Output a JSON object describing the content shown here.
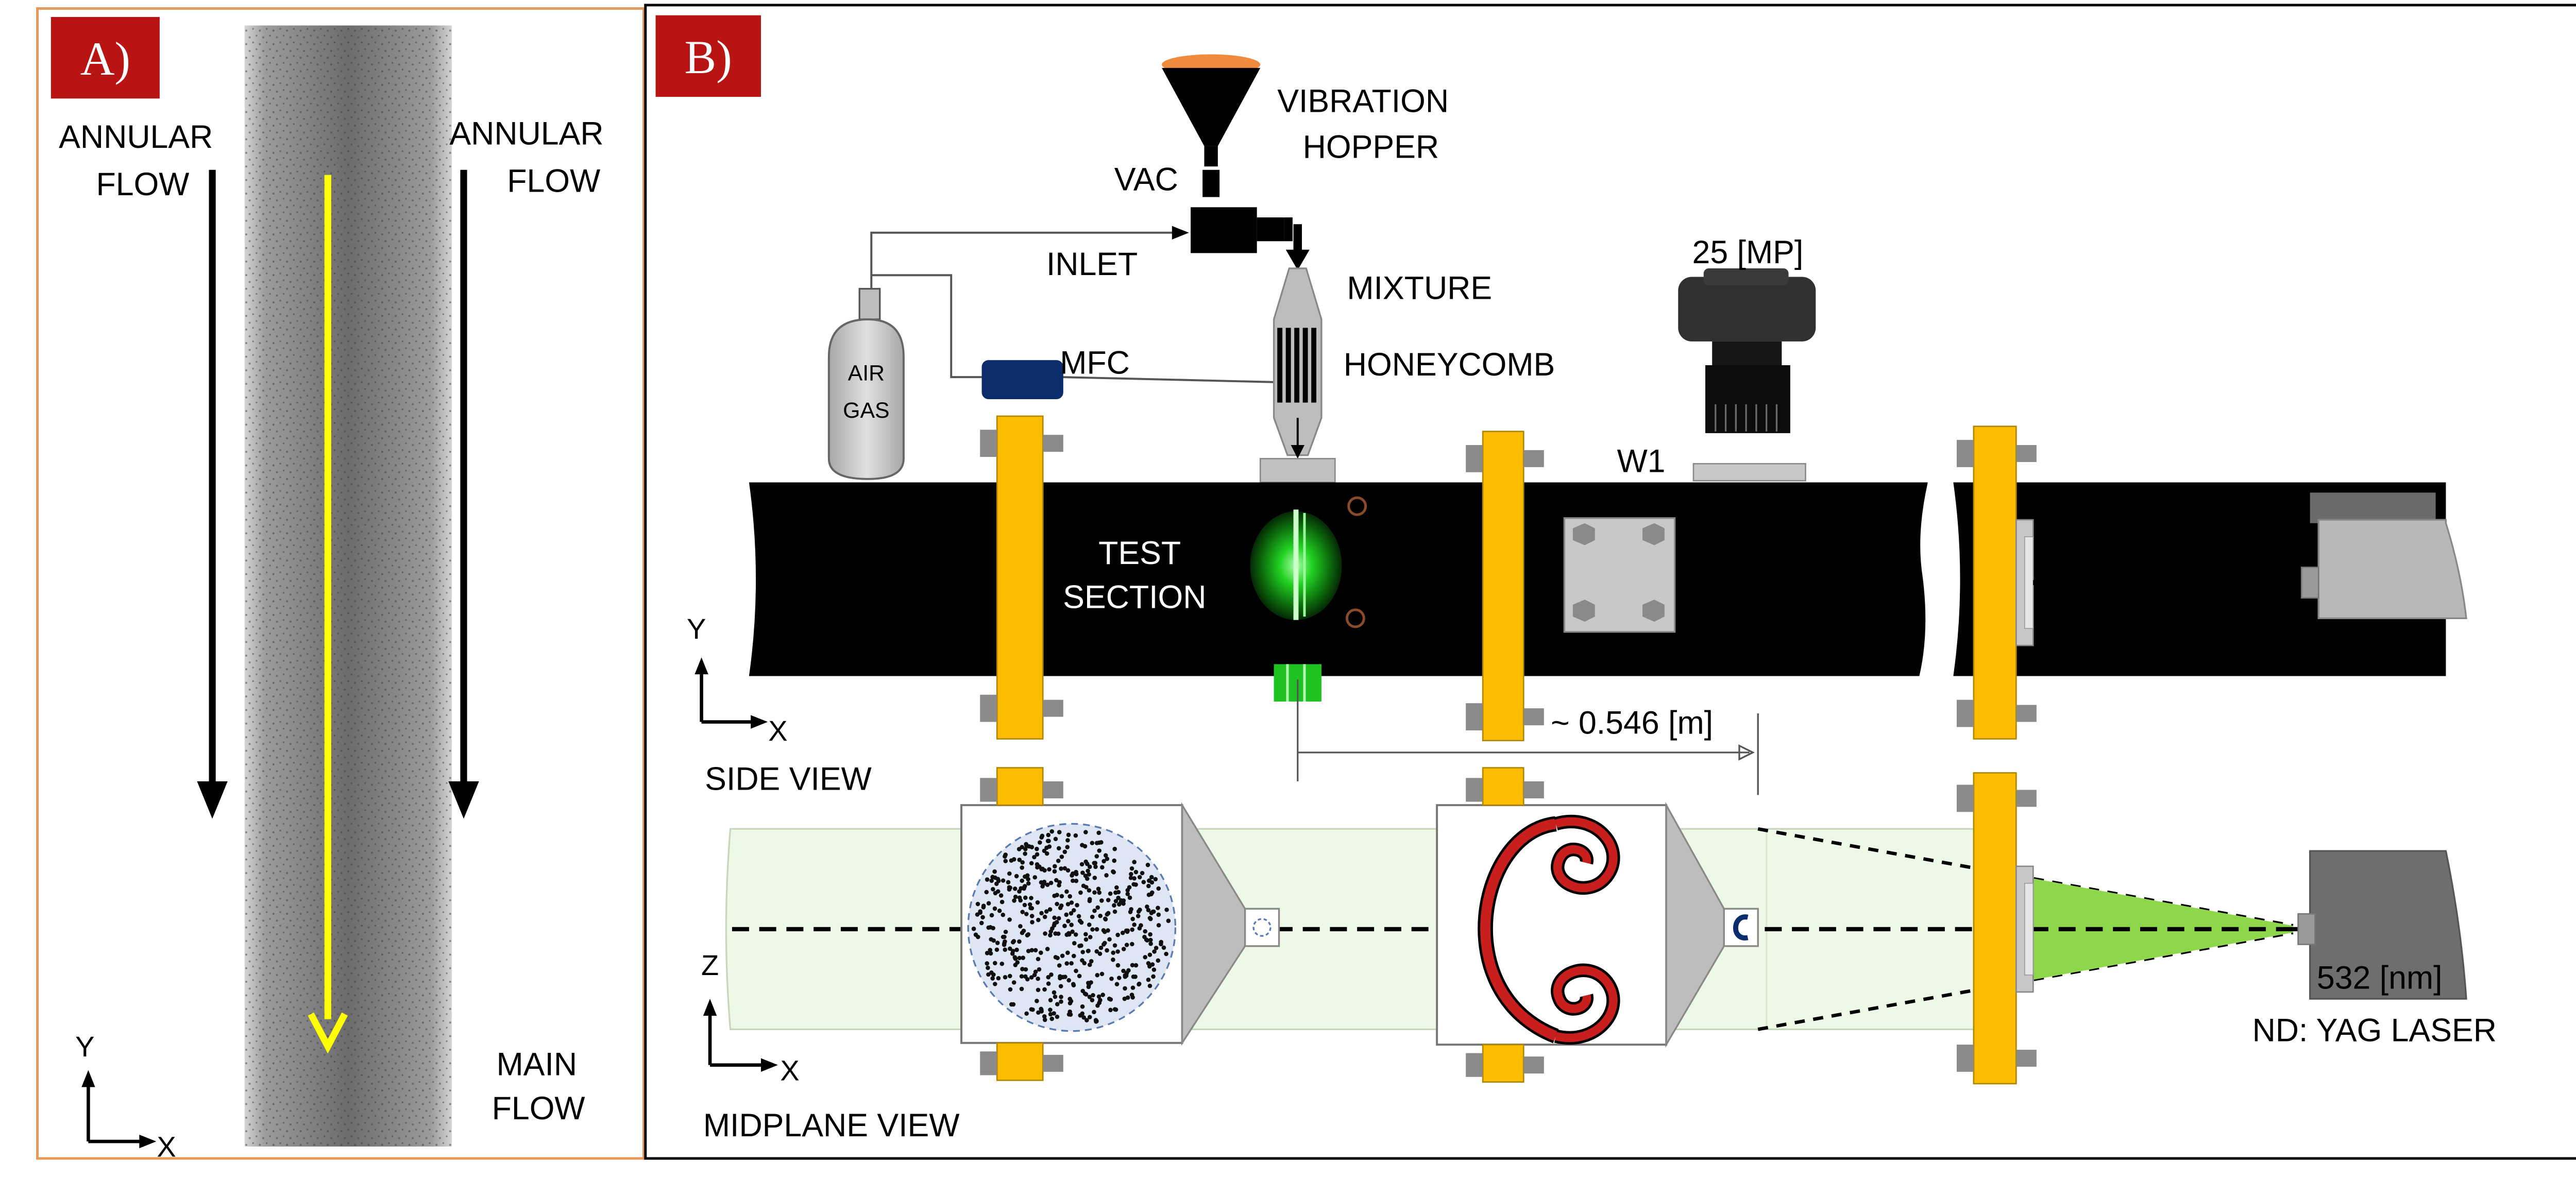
{
  "panel_a": {
    "tag": "A)",
    "annular_left": [
      "ANNULAR",
      "FLOW"
    ],
    "annular_right": [
      "ANNULAR",
      "FLOW"
    ],
    "main_flow": [
      "MAIN",
      "FLOW"
    ],
    "axis_y": "Y",
    "axis_x": "X"
  },
  "panel_b": {
    "tag": "B)",
    "vibration_hopper": [
      "VIBRATION",
      "HOPPER"
    ],
    "vac": "VAC",
    "inlet": "INLET",
    "mixture": "MIXTURE",
    "honeycomb": "HONEYCOMB",
    "mfc": "MFC",
    "air_gas": [
      "AIR",
      "GAS"
    ],
    "camera": "25 [MP]",
    "window": "W1",
    "test_section": [
      "TEST",
      "SECTION"
    ],
    "distance": "~ 0.546  [m]",
    "side_axis_y": "Y",
    "side_axis_x": "X",
    "side_view": "SIDE VIEW",
    "mid_axis_z": "Z",
    "mid_axis_x": "X",
    "midplane_view": "MIDPLANE VIEW",
    "wavelength": "532 [nm]",
    "laser": "ND: YAG LASER"
  },
  "colors": {
    "pipe": "#000000",
    "flange": "#fcbd00",
    "mfc": "#0b2d6b",
    "hopper_lid": "#f08a3c",
    "laser_sheet": "#8ed64a",
    "light_green": "#eef8e6",
    "panel_tag": "#b81414",
    "main_flow_arrow": "#ffff00",
    "vortex": "#c81e1e",
    "orange_border": "#e59a5c"
  }
}
